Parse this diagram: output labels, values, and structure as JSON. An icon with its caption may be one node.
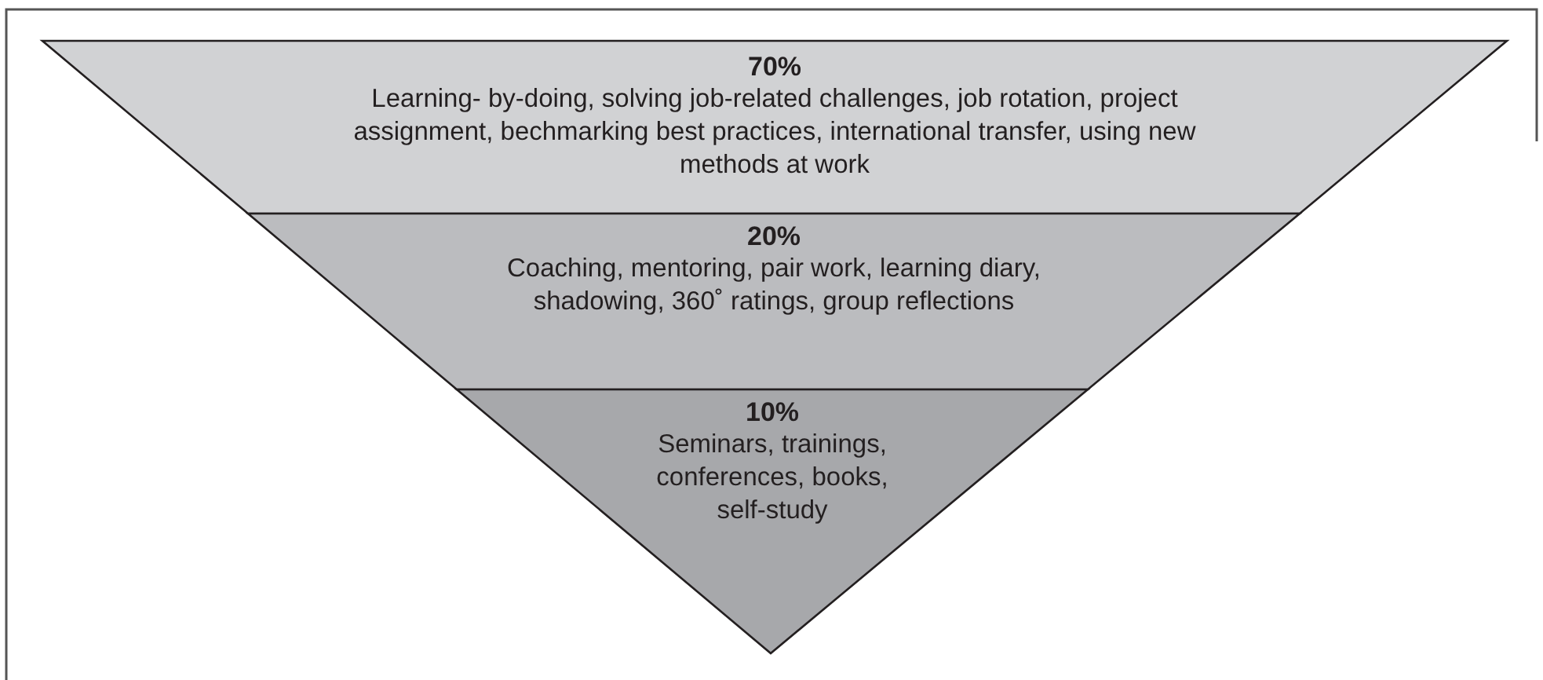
{
  "diagram": {
    "nodes": [
      {
        "text": [
          "70%",
          "Learning- by-doing, solving job-related challenges, job rotation, project assignment, bechmarking best practices, international transfer, using new methods at work"
        ]
      },
      {
        "text": [
          "20%",
          "Coaching, mentoring, pair work, learning diary, shadowing, 360˚ ratings, group reflections"
        ]
      },
      {
        "text": [
          "10%",
          "Seminars, trainings, conferences, books, self-study"
        ]
      }
    ]
  }
}
